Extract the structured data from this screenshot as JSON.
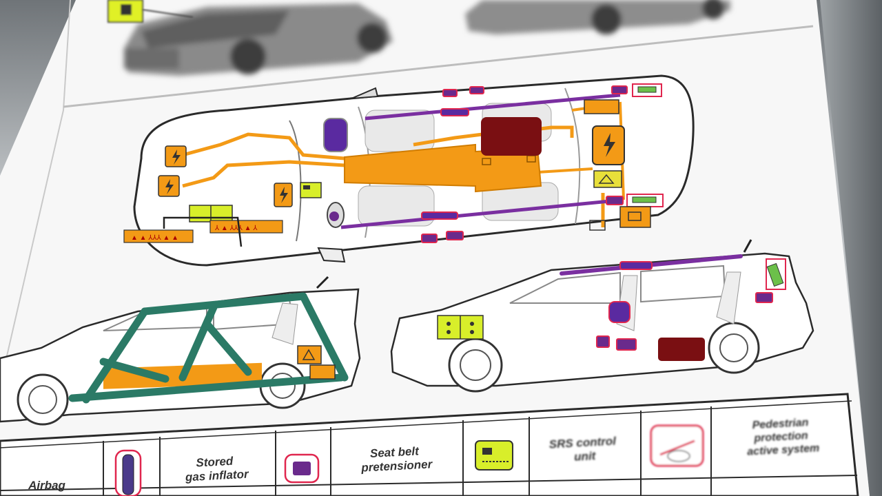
{
  "legend": {
    "items": [
      {
        "label": "Airbag"
      },
      {
        "label": "Stored gas inflator"
      },
      {
        "label": "Seat belt pretensioner"
      },
      {
        "label": "SRS control unit"
      },
      {
        "label": "Pedestrian protection active system"
      }
    ]
  },
  "colors": {
    "hv_orange": "#f39a16",
    "airbag_purple": "#6a2a8c",
    "reinforcement_green": "#2b7a66",
    "srs_yellow": "#d8ee2a",
    "battery_red": "#7a0f12",
    "inflator_pink": "#e0264e"
  },
  "icons": [
    "high-voltage-icon",
    "srs-unit-icon",
    "seatbelt-pretensioner-icon",
    "inflator-icon",
    "battery-icon",
    "pedestrian-protection-icon"
  ]
}
